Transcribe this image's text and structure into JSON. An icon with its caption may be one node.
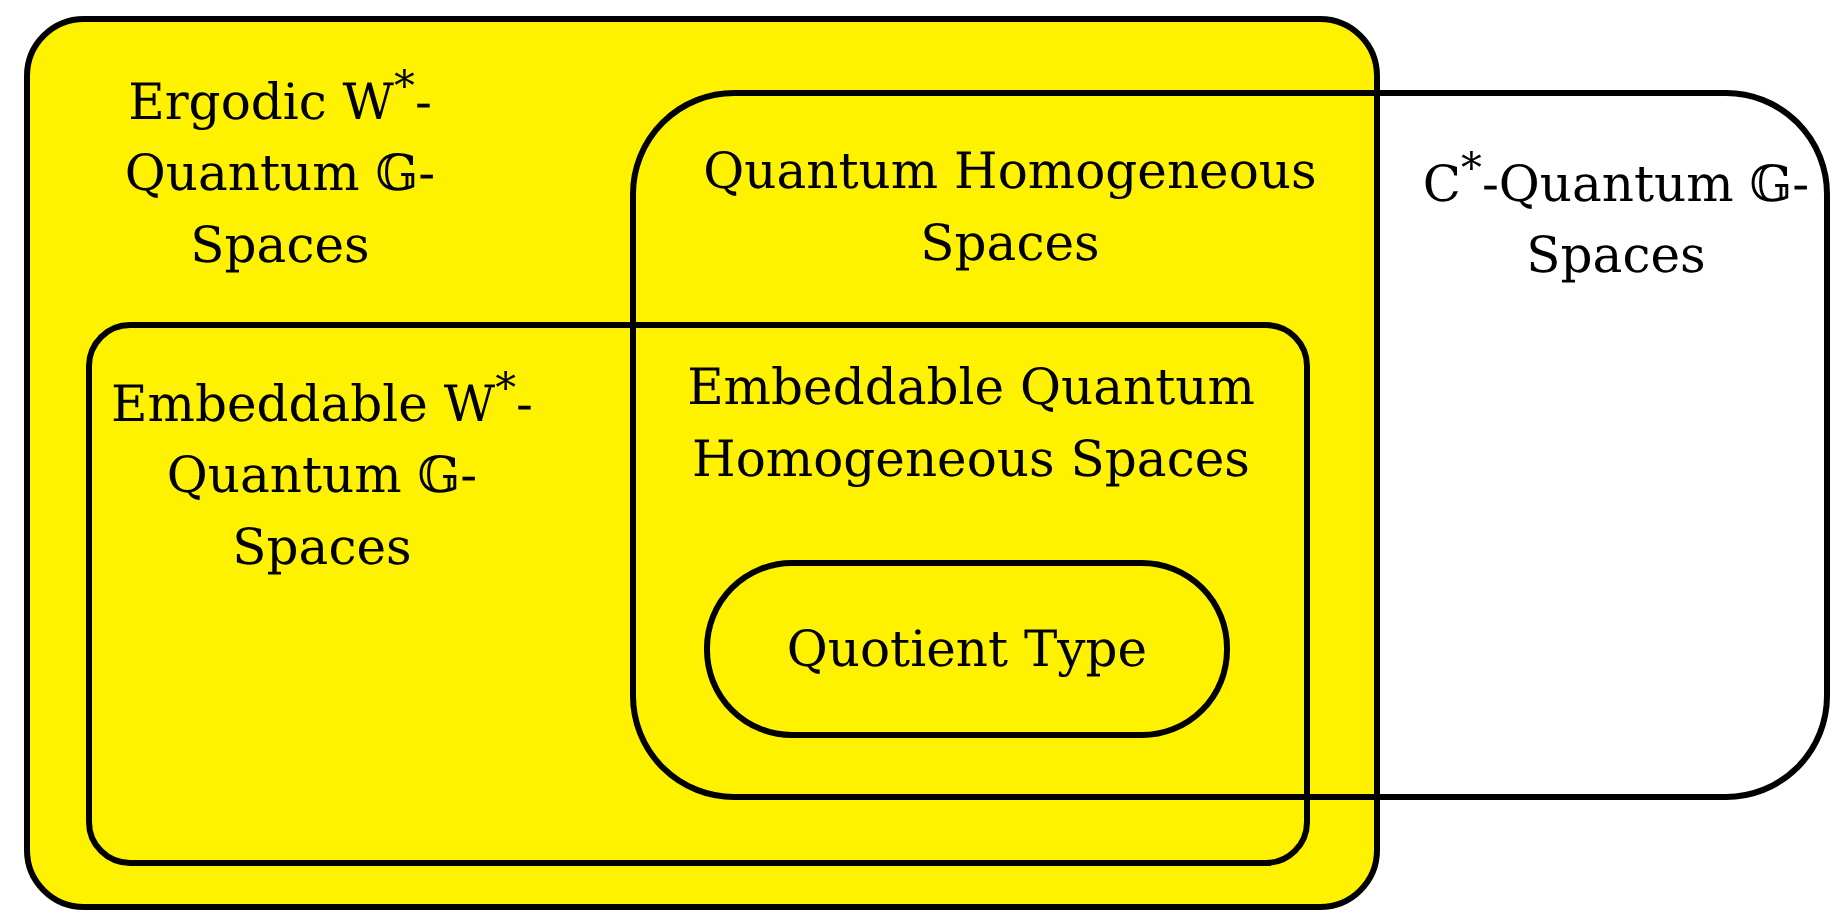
{
  "diagram": {
    "nodes": [
      {
        "text": [
          "Ergodic W$^{*}$-Quantum 𝔾-Spaces"
        ]
      },
      {
        "text": [
          "C$^{*}$-Quantum 𝔾-Spaces"
        ]
      },
      {
        "text": [
          "Embeddable W$^{*}$-Quantum 𝔾-Spaces"
        ],
        "in": 0
      },
      {
        "text": [
          "Quotient Type"
        ]
      }
    ],
    "labels": [
      "Quantum Homogeneous Spaces",
      "Embeddable Quantum Homogeneous Spaces"
    ]
  }
}
